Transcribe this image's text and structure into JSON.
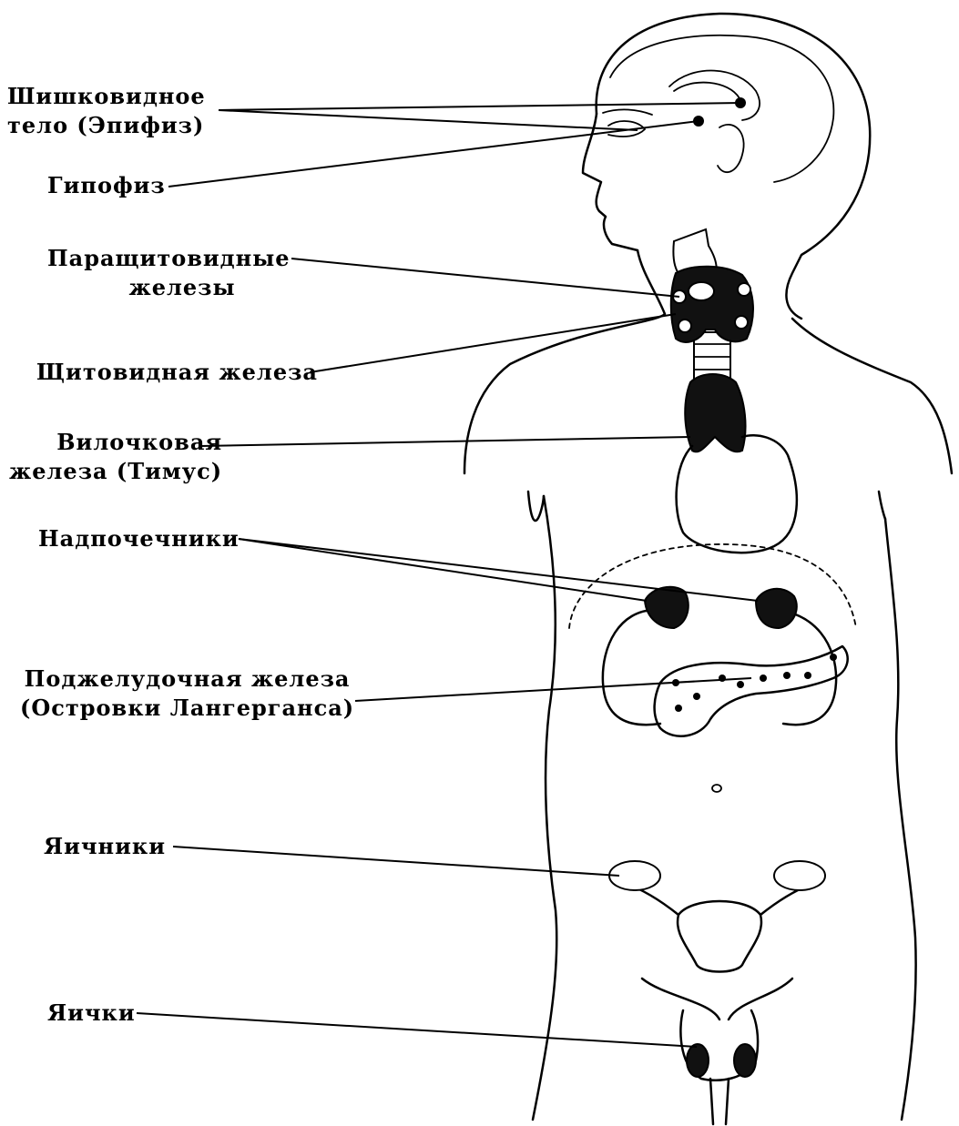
{
  "labels": {
    "pineal": [
      "Шишковидное",
      "тело (Эпифиз)"
    ],
    "pituitary": "Гипофиз",
    "parathyroid": [
      "Паращитовидные",
      "железы"
    ],
    "thyroid": "Щитовидная железа",
    "thymus": [
      "Вилочковая",
      "железа (Тимус)"
    ],
    "adrenal": "Надпочечники",
    "pancreas": [
      "Поджелудочная железа",
      "(Островки Лангерганса)"
    ],
    "ovaries": "Яичники",
    "testes": "Яички"
  }
}
